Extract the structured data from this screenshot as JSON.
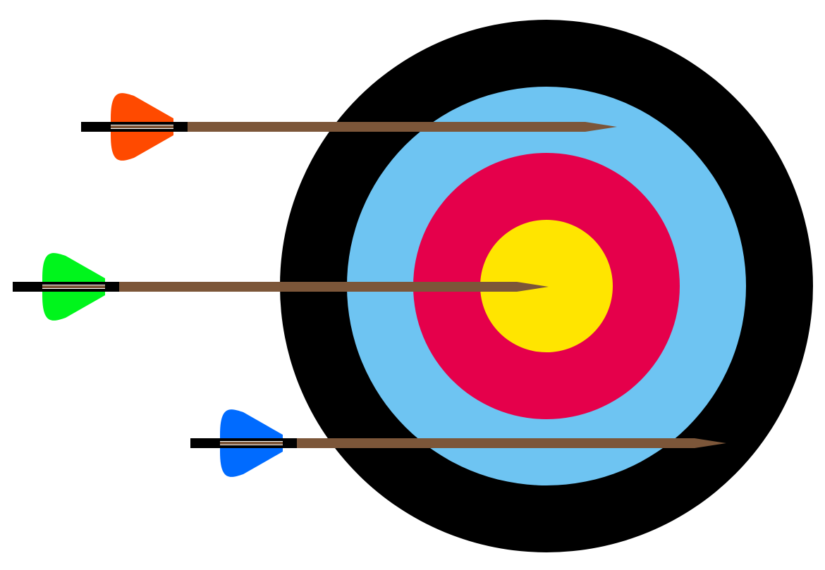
{
  "colors": {
    "background": "#ffffff",
    "ring_outer": "#000000",
    "ring_blue": "#6ec4f2",
    "ring_red": "#e5004b",
    "ring_gold": "#ffe500",
    "shaft": "#7c5639",
    "nock": "#000000",
    "vane_stripe": "#ffffff"
  },
  "target": {
    "rings": [
      {
        "name": "outer-black-ring",
        "color": "#000000"
      },
      {
        "name": "blue-ring",
        "color": "#6ec4f2"
      },
      {
        "name": "red-ring",
        "color": "#e5004b"
      },
      {
        "name": "gold-center",
        "color": "#ffe500"
      }
    ]
  },
  "arrows": [
    {
      "name": "orange",
      "fletching_color": "#ff4a00"
    },
    {
      "name": "green",
      "fletching_color": "#00f51c"
    },
    {
      "name": "blue",
      "fletching_color": "#006bff"
    }
  ]
}
